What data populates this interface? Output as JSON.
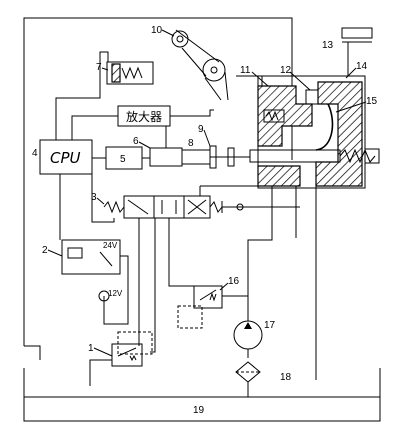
{
  "cpu_label": "CPU",
  "amplifier_label": "放大器",
  "voltage_24": "24V",
  "voltage_12": "12V",
  "labels": {
    "n1": "1",
    "n2": "2",
    "n3": "3",
    "n4": "4",
    "n5": "5",
    "n6": "6",
    "n7": "7",
    "n8": "8",
    "n9": "9",
    "n10": "10",
    "n11": "11",
    "n12": "12",
    "n13": "13",
    "n14": "14",
    "n15": "15",
    "n16": "16",
    "n17": "17",
    "n18": "18",
    "n19": "19"
  }
}
